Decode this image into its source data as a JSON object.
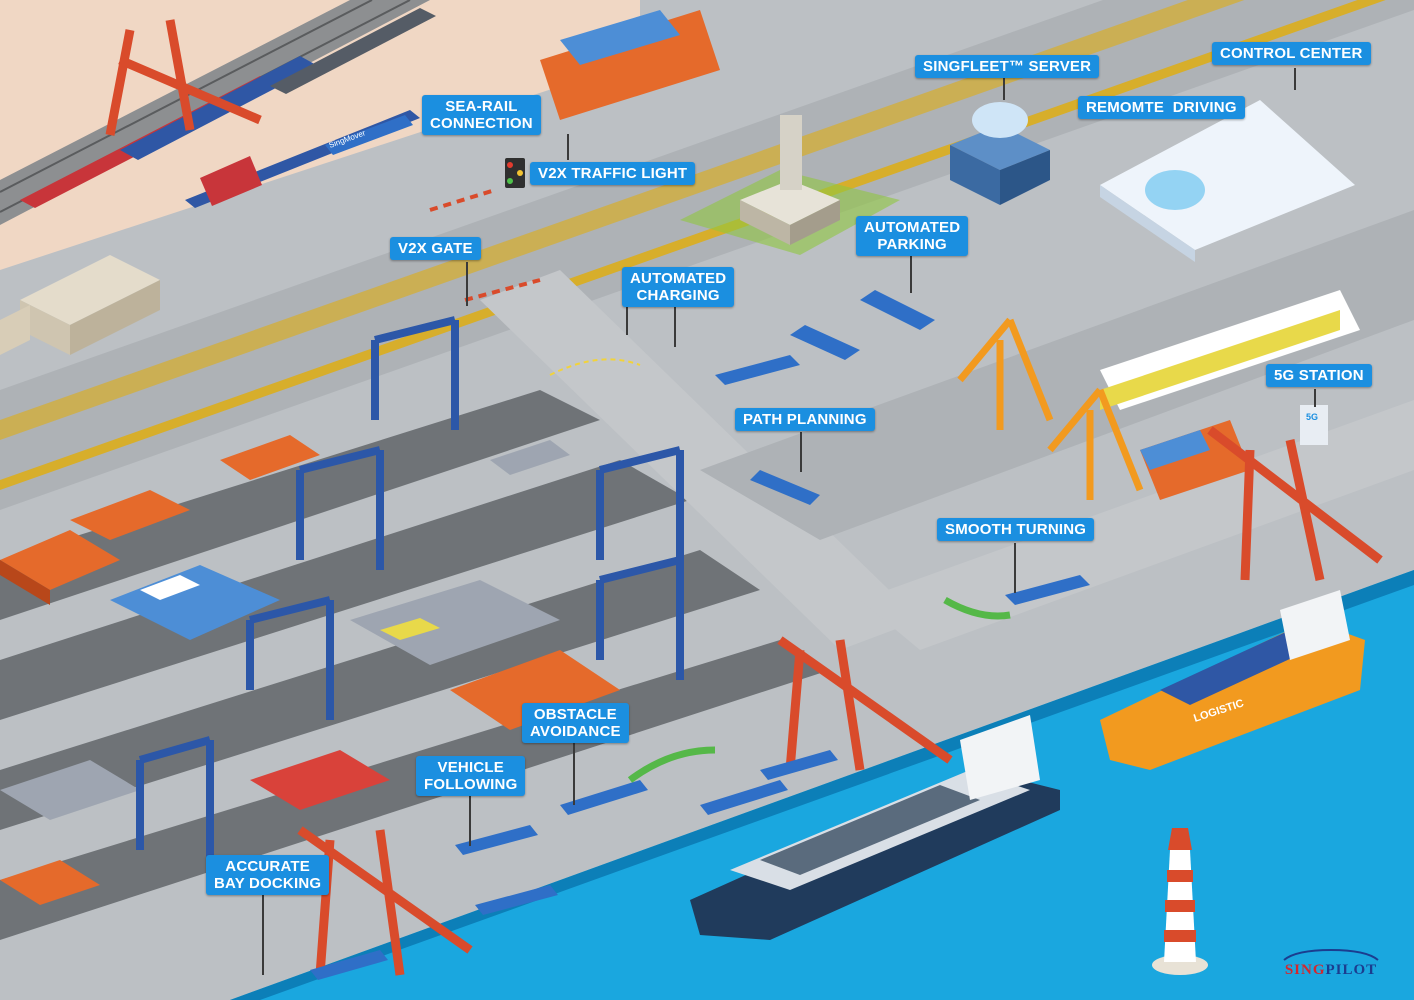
{
  "labels": {
    "sea_rail": [
      "SEA-RAIL",
      "CONNECTION"
    ],
    "v2x_traffic_light": "V2X TRAFFIC LIGHT",
    "singfleet_server": "SINGFLEET™ SERVER",
    "control_center": "CONTROL CENTER",
    "remote_driving": "REMOMTE  DRIVING",
    "v2x_gate": "V2X GATE",
    "automated_charging": [
      "AUTOMATED",
      "CHARGING"
    ],
    "automated_parking": [
      "AUTOMATED",
      "PARKING"
    ],
    "station_5g": "5G STATION",
    "path_planning": "PATH PLANNING",
    "smooth_turning": "SMOOTH TURNING",
    "obstacle_avoidance": [
      "OBSTACLE",
      "AVOIDANCE"
    ],
    "vehicle_following": [
      "VEHICLE",
      "FOLLOWING"
    ],
    "accurate_bay_docking": [
      "ACCURATE",
      "BAY DOCKING"
    ]
  },
  "brand": {
    "logo_part1": "SING",
    "logo_part2": "PILOT"
  },
  "vehicle_text": "SingMover",
  "ship_name": "LOGISTIC",
  "sign_5g": "5G",
  "colors": {
    "label_bg": "#1b8fe0",
    "road": "#c4c7ca",
    "yard": "#6f7377",
    "water": "#1aa7df",
    "crane_red": "#d94b2b",
    "crane_blue": "#2c57a8",
    "crane_orange": "#f29a1f",
    "logo_red": "#d3282e",
    "logo_blue": "#1b3d8f"
  }
}
